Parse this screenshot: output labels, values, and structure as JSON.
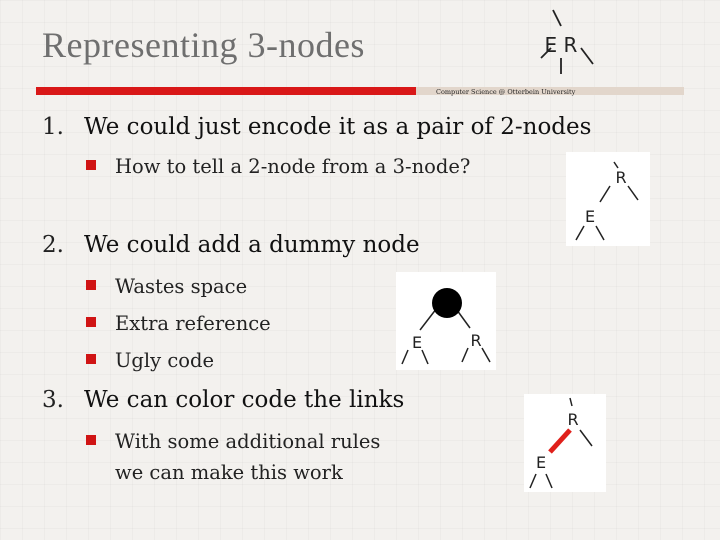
{
  "slide": {
    "title": "Representing 3-nodes",
    "credit": "Computer Science @ Otterbein University",
    "logo": {
      "letters": "E R"
    },
    "items": [
      {
        "number": "1.",
        "text": "We could just encode it as a pair of 2-nodes",
        "subitems": [
          "How to tell a 2-node from a 3-node?"
        ]
      },
      {
        "number": "2.",
        "text": "We could add a dummy node",
        "subitems": [
          "Wastes space",
          "Extra reference",
          "Ugly code"
        ]
      },
      {
        "number": "3.",
        "text": "We can color code the links",
        "subitems": [
          "With some additional rules",
          "we can make this work"
        ]
      }
    ],
    "diagrams": {
      "pair": {
        "top": "R",
        "bottom": "E"
      },
      "dummy": {
        "left": "E",
        "right": "R"
      },
      "colored": {
        "top": "R",
        "bottom": "E",
        "link_color": "#e0201b"
      }
    }
  }
}
